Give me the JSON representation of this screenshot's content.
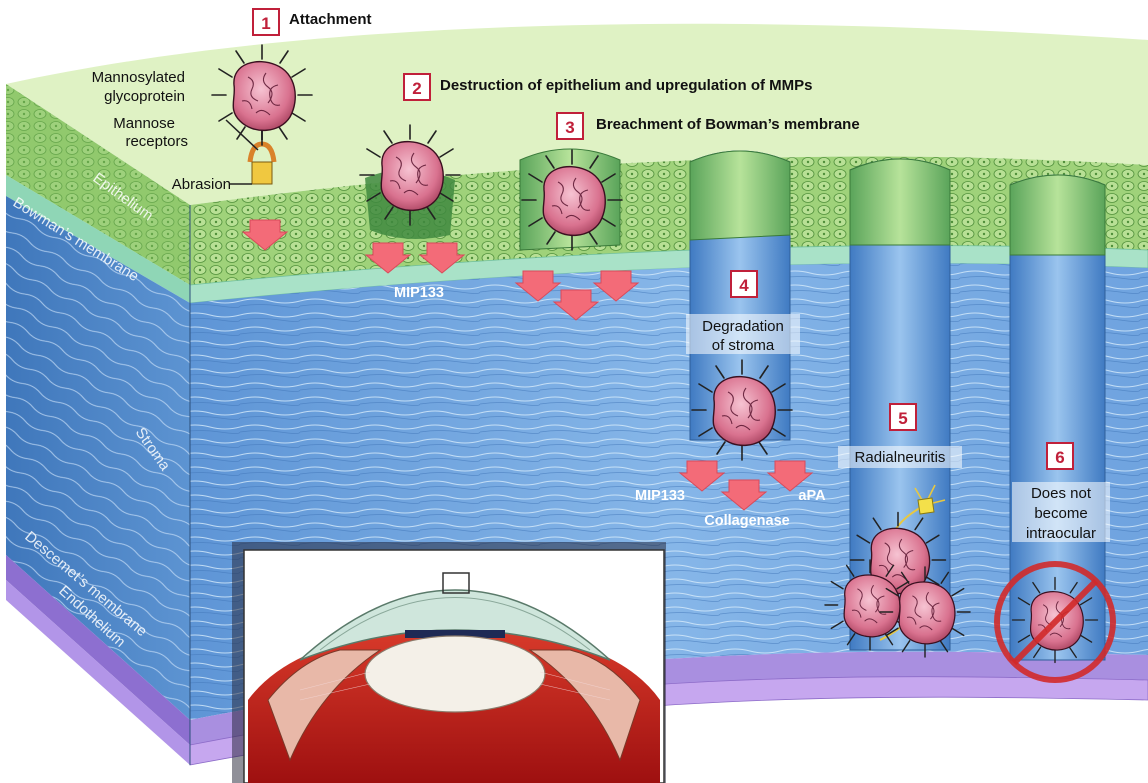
{
  "steps": [
    {
      "number": "1",
      "label": "Attachment"
    },
    {
      "number": "2",
      "label": "Destruction of epithelium and upregulation of MMPs"
    },
    {
      "number": "3",
      "label": "Breachment of Bowman’s membrane"
    },
    {
      "number": "4",
      "label_line1": "Degradation",
      "label_line2": "of stroma"
    },
    {
      "number": "5",
      "label": "Radialneuritis"
    },
    {
      "number": "6",
      "label_line1": "Does not",
      "label_line2": "become",
      "label_line3": "intraocular"
    }
  ],
  "attachment_labels": {
    "mannosylated_line1": "Mannosylated",
    "mannosylated_line2": "glycoprotein",
    "mannose_line1": "Mannose",
    "mannose_line2": "receptors",
    "abrasion": "Abrasion"
  },
  "layers": {
    "epithelium": "Epithelium",
    "bowmans": "Bowman’s membrane",
    "stroma": "Stroma",
    "descemets": "Descemet’s membrane",
    "endothelium": "Endothelium"
  },
  "enzymes": {
    "mip133_top": "MIP133",
    "mip133_bottom": "MIP133",
    "apa": "aPA",
    "collagenase": "Collagenase"
  },
  "colors": {
    "top_surface": "#dff2c4",
    "epithelium": "#9fd27a",
    "bowmans": "#a9e2c8",
    "stroma": "#74a9e0",
    "descemets": "#a98fe0",
    "endothelium": "#c6a7ef",
    "organism": "#d97a9a",
    "arrow": "#f06070",
    "number_box_border": "#c0203a",
    "eye_red": "#c21a1a"
  },
  "icons": [
    "acanthamoeba-organism-icon",
    "mannose-receptor-icon",
    "nerve-cell-icon",
    "prohibited-sign-icon",
    "eye-cross-section-icon",
    "enzyme-arrow-icon"
  ]
}
